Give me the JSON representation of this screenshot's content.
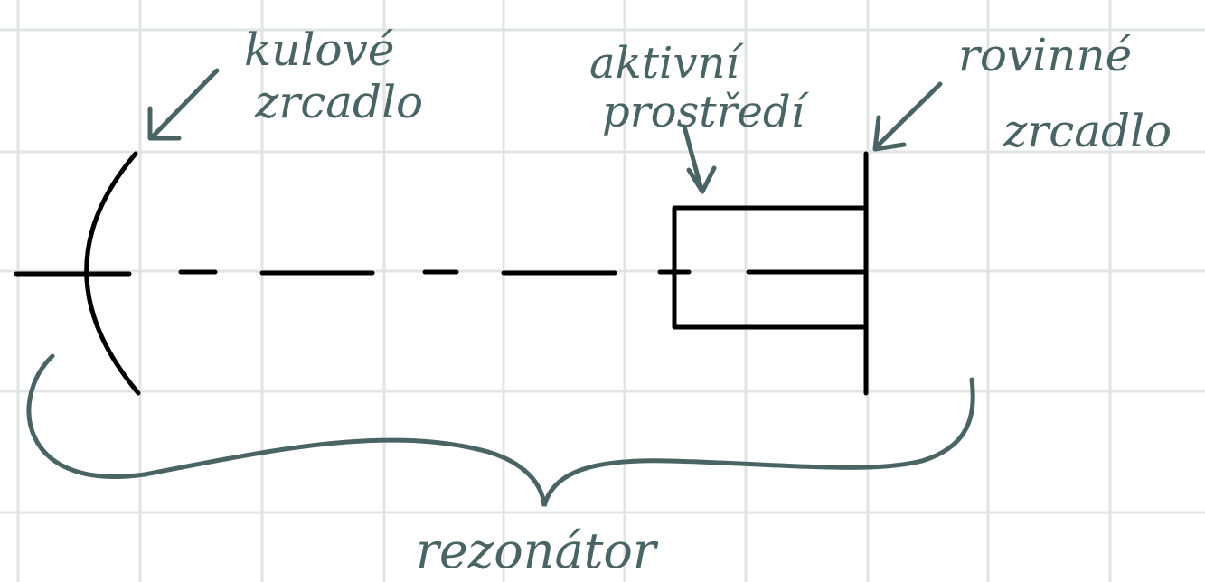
{
  "labels": {
    "spherical_mirror": [
      "kulové",
      "zrcadlo"
    ],
    "active_medium": [
      "aktivní",
      "prostředí"
    ],
    "plane_mirror": [
      "rovinné",
      "zrcadlo"
    ],
    "resonator": "rezonátor"
  },
  "colors": {
    "background": "#ffffff",
    "grid": "#e2e4e4",
    "ink": "#000000",
    "annotation": "#4a6464"
  },
  "icons": {
    "pointer": "hand-drawn-arrow",
    "bracket": "curly-brace"
  }
}
